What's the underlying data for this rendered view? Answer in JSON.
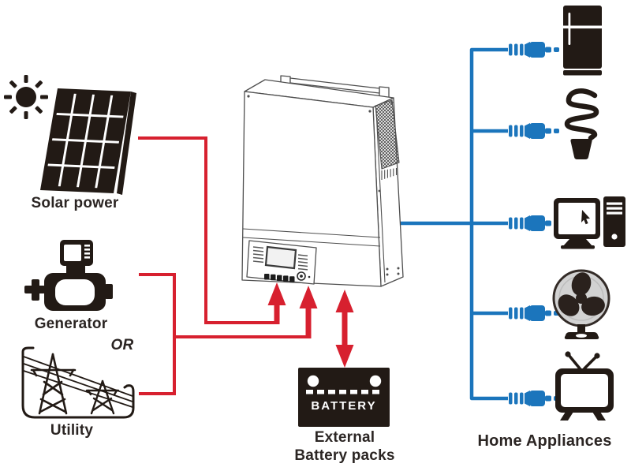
{
  "colors": {
    "source_line": "#d7202f",
    "load_line": "#1b75bc",
    "icon_black": "#221a15",
    "label_text": "#2b2523"
  },
  "sources": {
    "solar": {
      "icon": "sun-and-solar-panel-icon",
      "label": "Solar power"
    },
    "generator": {
      "icon": "generator-icon",
      "label": "Generator"
    },
    "or_text": "OR",
    "utility": {
      "icon": "utility-towers-icon",
      "label": "Utility"
    }
  },
  "battery": {
    "badge": "BATTERY",
    "caption_line1": "External",
    "caption_line2": "Battery packs"
  },
  "loads": {
    "caption": "Home Appliances",
    "items": [
      "refrigerator-icon",
      "cfl-bulb-icon",
      "desktop-computer-icon",
      "desk-fan-icon",
      "television-icon"
    ]
  }
}
